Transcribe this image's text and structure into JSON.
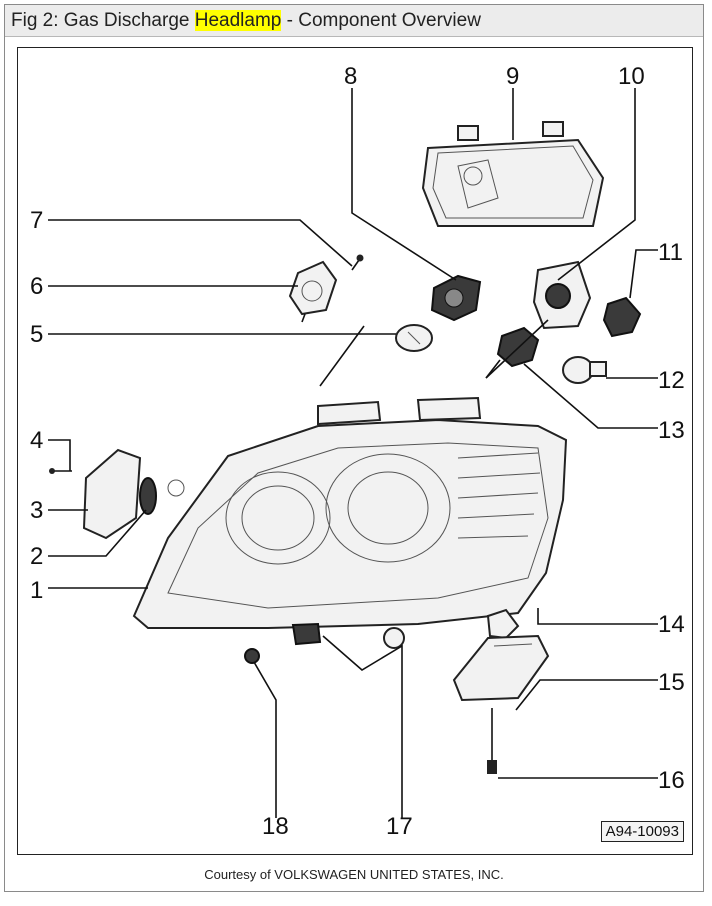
{
  "title": {
    "before": "Fig 2: Gas Discharge ",
    "highlight": "Headlamp",
    "after": " - Component Overview"
  },
  "callouts": [
    "1",
    "2",
    "3",
    "4",
    "5",
    "6",
    "7",
    "8",
    "9",
    "10",
    "11",
    "12",
    "13",
    "14",
    "15",
    "16",
    "17",
    "18"
  ],
  "figure_code": "A94-10093",
  "footer": "Courtesy of VOLKSWAGEN UNITED STATES, INC.",
  "colors": {
    "highlight": "#ffff00",
    "title_bar": "#ececec"
  }
}
